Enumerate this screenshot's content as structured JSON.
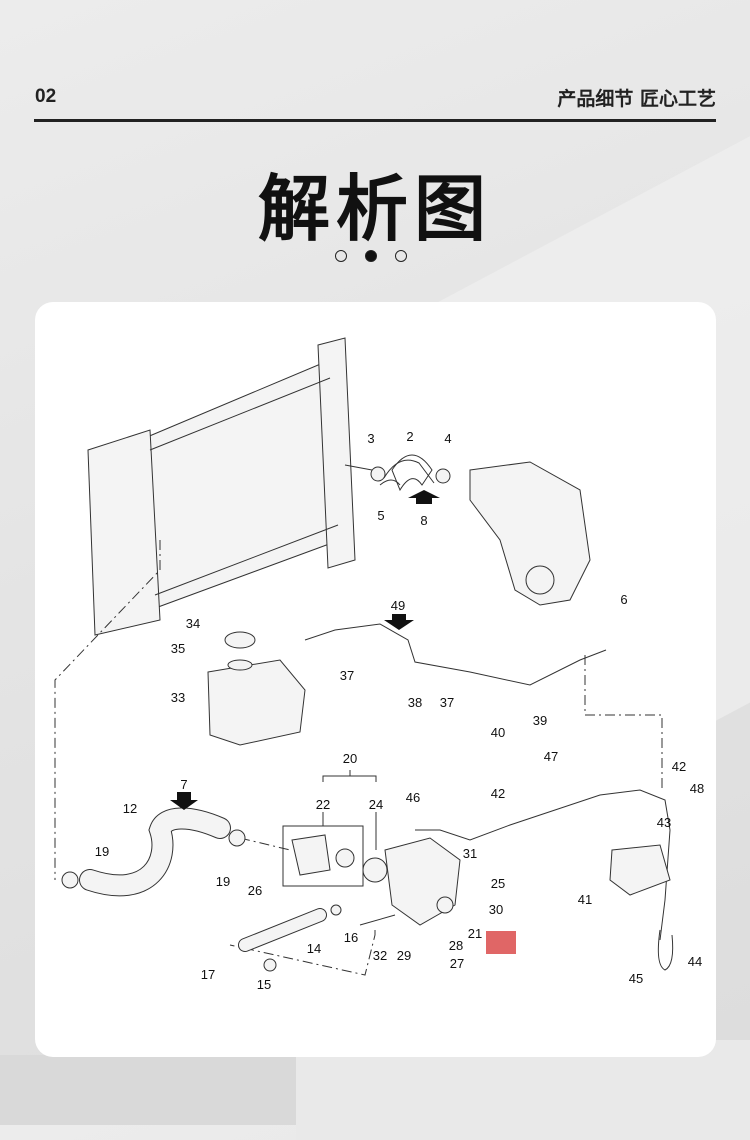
{
  "header": {
    "section_number": "02",
    "tagline": "产品细节 匠心工艺"
  },
  "title": "解析图",
  "pagination": {
    "total": 3,
    "active": 2
  },
  "diagram": {
    "callouts": [
      "3",
      "2",
      "4",
      "5",
      "8",
      "6",
      "49",
      "34",
      "35",
      "37",
      "33",
      "38",
      "37",
      "39",
      "40",
      "20",
      "47",
      "42",
      "7",
      "22",
      "24",
      "46",
      "42",
      "48",
      "12",
      "43",
      "31",
      "19",
      "25",
      "19",
      "26",
      "41",
      "30",
      "16",
      "21",
      "28",
      "14",
      "32",
      "29",
      "27",
      "44",
      "17",
      "45",
      "15"
    ]
  },
  "colors": {
    "marker": "#e06666",
    "accent": "#222222"
  }
}
